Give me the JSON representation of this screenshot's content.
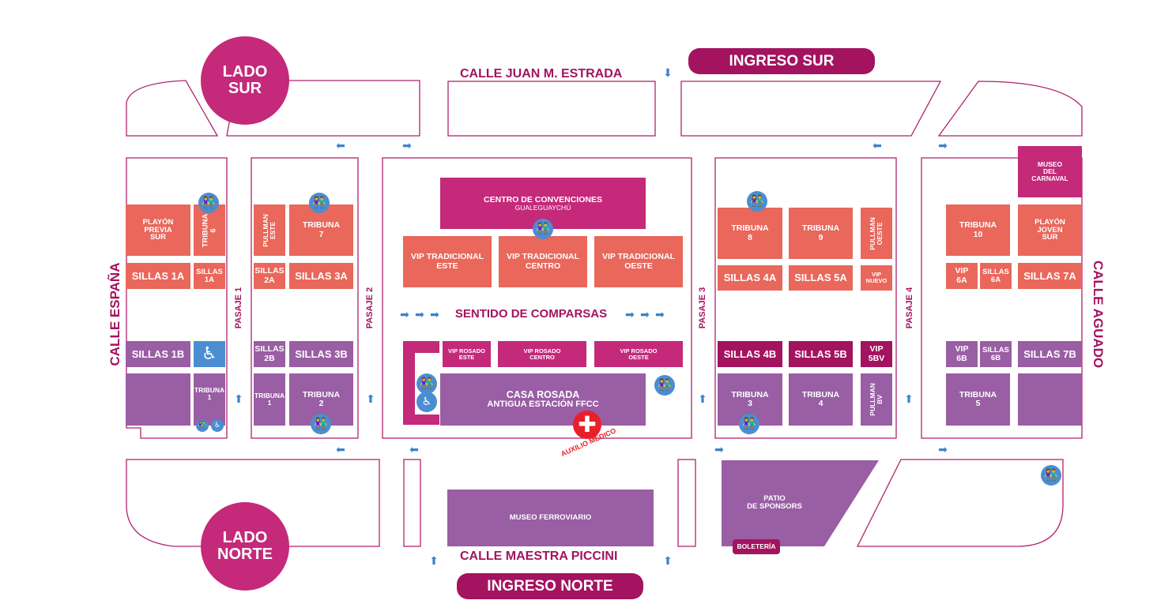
{
  "colors": {
    "coral": "#e9675b",
    "purple": "#995ea3",
    "magenta": "#c4297a",
    "dark": "#a3135f",
    "icon_blue": "#4a8ed1"
  },
  "zones": {
    "sur": "LADO\nSUR",
    "norte": "LADO\nNORTE"
  },
  "entrances": {
    "sur": "INGRESO SUR",
    "norte": "INGRESO NORTE"
  },
  "streets": {
    "top": "CALLE JUAN M. ESTRADA",
    "bottom": "CALLE MAESTRA PICCINI",
    "left": "CALLE ESPAÑA",
    "right": "CALLE AGUADO"
  },
  "passages": {
    "p1": "PASAJE 1",
    "p2": "PASAJE 2",
    "p3": "PASAJE 3",
    "p4": "PASAJE 4"
  },
  "direction_label": "SENTIDO DE COMPARSAS",
  "first_aid": "AUXILIO MÉDICO",
  "ticket_office": "BOLETERÍA",
  "blocks": {
    "playon_previa": "PLAYÓN\nPREVIA\nSUR",
    "tribuna6": "TRIBUNA\n6",
    "sillas1a_big": "SILLAS 1A",
    "sillas1a_small": "SILLAS\n1A",
    "pullman_este": "PULLMAN\nESTE",
    "tribuna7": "TRIBUNA\n7",
    "sillas2a": "SILLAS\n2A",
    "sillas3a": "SILLAS 3A",
    "centro_conv": "CENTRO DE CONVENCIONES",
    "centro_conv_sub": "GUALEGUAYCHÚ",
    "vip_este": "VIP TRADICIONAL\nESTE",
    "vip_centro": "VIP TRADICIONAL\nCENTRO",
    "vip_oeste": "VIP TRADICIONAL\nOESTE",
    "tribuna8": "TRIBUNA\n8",
    "tribuna9": "TRIBUNA\n9",
    "pullman_oeste": "PULLMAN\nOESTE",
    "sillas4a": "SILLAS 4A",
    "sillas5a": "SILLAS 5A",
    "vip_nuevo": "VIP\nNUEVO",
    "museo_carnaval": "MUSEO\nDEL\nCARNAVAL",
    "tribuna10": "TRIBUNA\n10",
    "playon_joven": "PLAYÓN\nJOVEN\nSUR",
    "vip6a": "VIP\n6A",
    "sillas6a": "SILLAS\n6A",
    "sillas7a": "SILLAS 7A",
    "sillas1b": "SILLAS 1B",
    "tribuna1": "TRIBUNA\n1",
    "sillas2b": "SILLAS\n2B",
    "sillas3b": "SILLAS 3B",
    "tribuna1b": "TRIBUNA\n1",
    "tribuna2": "TRIBUNA\n2",
    "vip_rosado_este": "VIP ROSADO\nESTE",
    "vip_rosado_centro": "VIP ROSADO\nCENTRO",
    "vip_rosado_oeste": "VIP ROSADO\nOESTE",
    "casa_rosada": "CASA ROSADA",
    "casa_rosada_sub": "ANTIGUA ESTACIÓN FFCC",
    "sillas4b": "SILLAS 4B",
    "sillas5b": "SILLAS 5B",
    "vip5bv": "VIP\n5BV",
    "tribuna3": "TRIBUNA\n3",
    "tribuna4": "TRIBUNA\n4",
    "pullman_bv": "PULLMAN\nBV",
    "vip6b": "VIP\n6B",
    "sillas6b": "SILLAS\n6B",
    "sillas7b": "SILLAS 7B",
    "tribuna5": "TRIBUNA\n5",
    "museo_ferroviario": "MUSEO FERROVIARIO",
    "patio_sponsors": "PATIO\nDE SPONSORS"
  },
  "icons": {
    "restroom": "restroom-icon",
    "accessible": "wheelchair-icon",
    "arrow": "arrow-icon",
    "cross": "medical-cross-icon"
  }
}
